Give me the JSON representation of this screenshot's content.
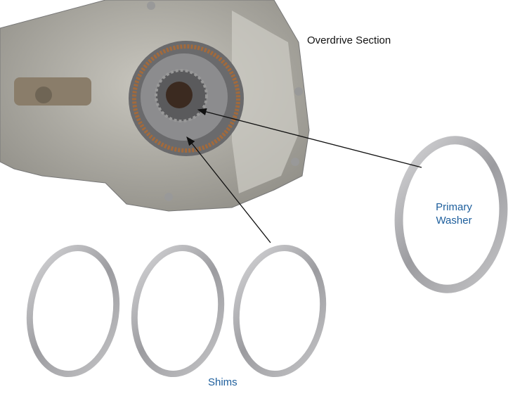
{
  "labels": {
    "overdrive_section": "Overdrive Section",
    "primary_washer_line1": "Primary",
    "primary_washer_line2": "Washer",
    "shims": "Shims"
  },
  "colors": {
    "label_blue": "#1d5e9c",
    "ring_gray": "#a9a9ab",
    "case_gray": "#b8b6ad"
  }
}
